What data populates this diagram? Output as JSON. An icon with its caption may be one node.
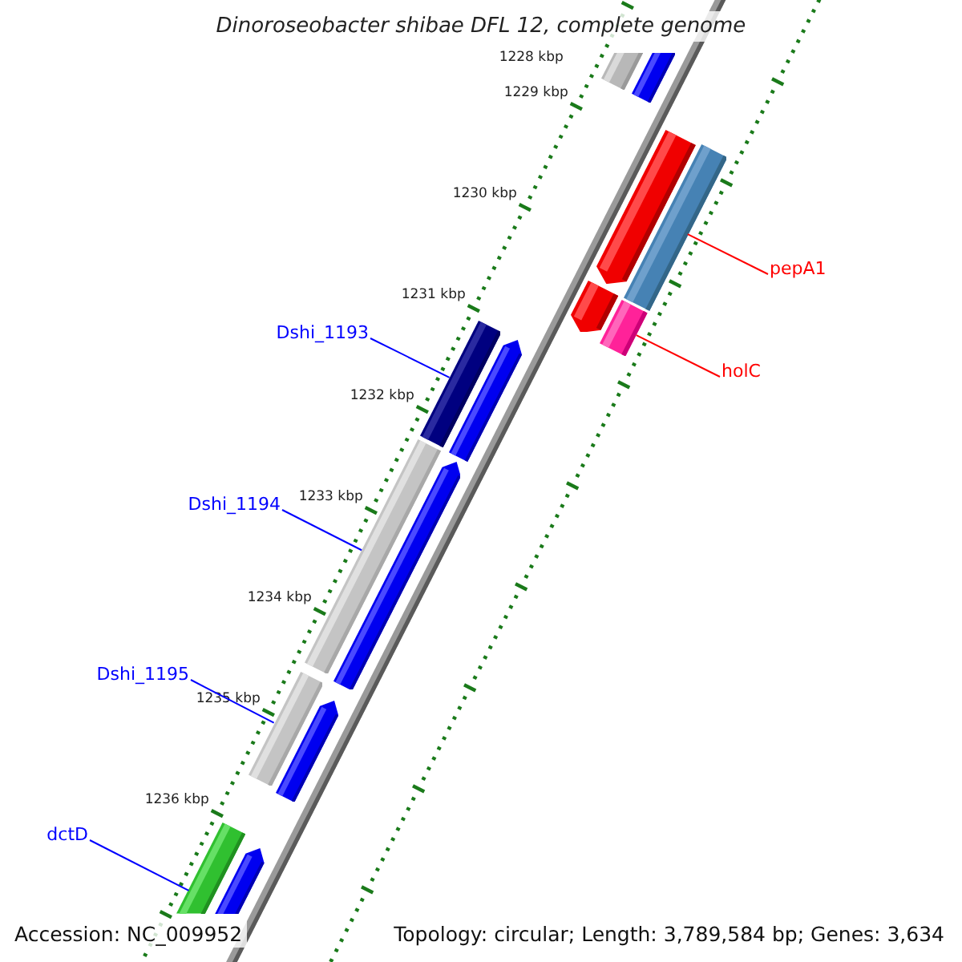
{
  "diagram": {
    "title": "Dinoroseobacter shibae DFL 12, complete genome",
    "nodes": [
      {
        "text": [],
        "shape": "bar"
      },
      {
        "text": [],
        "shape": "bar"
      },
      {
        "text": [],
        "shape": "bar"
      },
      {
        "text": [],
        "shape": "bar"
      },
      {
        "text": [
          "pepA1"
        ]
      },
      {
        "text": [],
        "shape": "bar"
      },
      {
        "text": [],
        "shape": "bar"
      },
      {
        "text": [
          "holC"
        ]
      },
      {
        "text": [
          "Dshi_1193"
        ]
      },
      {
        "text": [],
        "shape": "bar"
      },
      {
        "text": [],
        "shape": "bar"
      },
      {
        "text": [
          "Dshi_1194"
        ]
      },
      {
        "text": [],
        "shape": "bar"
      },
      {
        "text": [],
        "shape": "bar"
      },
      {
        "text": [
          "Dshi_1195"
        ]
      },
      {
        "text": [],
        "shape": "bar"
      },
      {
        "text": [],
        "shape": "bar"
      },
      {
        "text": [
          "dctD"
        ]
      },
      {
        "text": [],
        "shape": "bar"
      },
      {
        "text": [],
        "shape": "bar"
      }
    ],
    "edges": [
      {
        "from": 4,
        "to": 3,
        "arrow": "none",
        "color": "#ff0000"
      },
      {
        "from": 7,
        "to": 6,
        "arrow": "none",
        "color": "#ff0000"
      },
      {
        "from": 8,
        "to": 9,
        "arrow": "none"
      },
      {
        "from": 11,
        "to": 12,
        "arrow": "none"
      },
      {
        "from": 14,
        "to": 15,
        "arrow": "none"
      },
      {
        "from": 17,
        "to": 18,
        "arrow": "none"
      }
    ],
    "labels": [
      "1228 kbp",
      "1229 kbp",
      "1230 kbp",
      "1231 kbp",
      "1232 kbp",
      "1233 kbp",
      "1234 kbp",
      "1235 kbp",
      "1236 kbp",
      "Accession: NC_009952",
      "Topology: circular; Length: 3,789,584 bp; Genes: 3,634"
    ]
  }
}
